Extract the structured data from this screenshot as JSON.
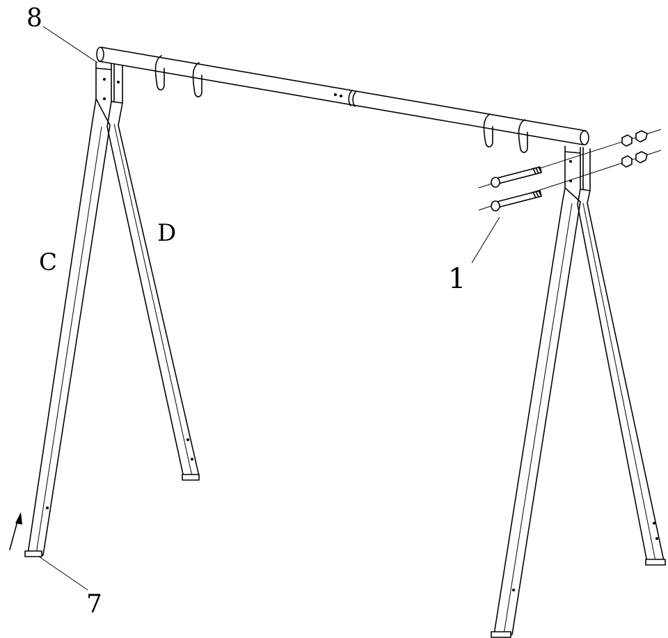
{
  "callouts": {
    "top_bar": "8",
    "foot_cap": "7",
    "bolt_set": "1"
  },
  "parts": {
    "front_leg": "C",
    "rear_leg": "D"
  },
  "colors": {
    "line": "#000000",
    "background": "#ffffff"
  }
}
